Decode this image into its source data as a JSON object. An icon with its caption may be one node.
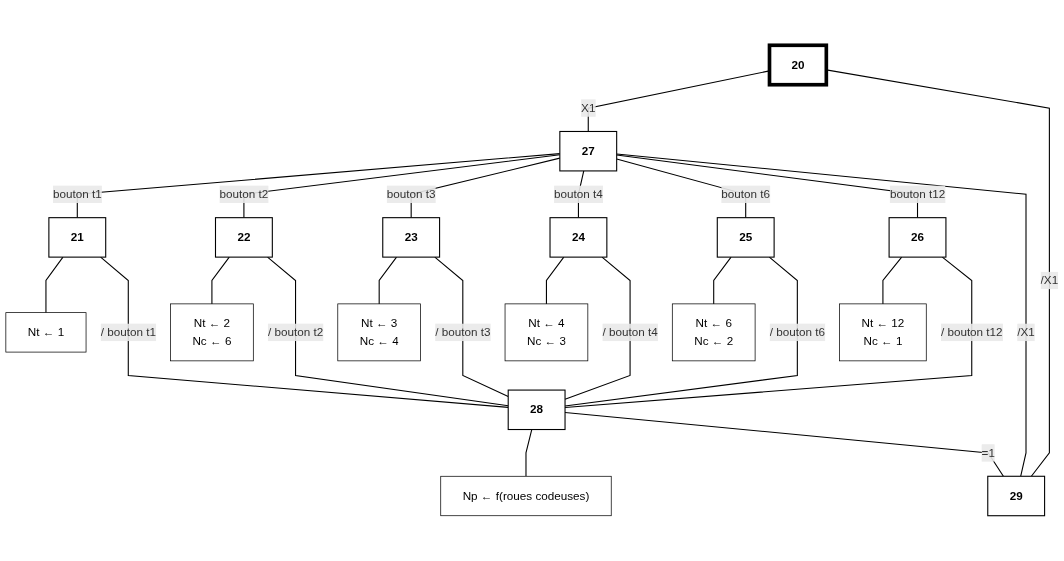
{
  "diagram": {
    "nodes": [
      {
        "text": [
          "20"
        ]
      },
      {
        "text": [
          "27"
        ]
      },
      {
        "text": [
          "21"
        ]
      },
      {
        "text": [
          "Nt ← 1"
        ]
      },
      {
        "text": [
          "22"
        ]
      },
      {
        "text": [
          "Nt ← 2",
          "Nc ← 6"
        ]
      },
      {
        "text": [
          "23"
        ]
      },
      {
        "text": [
          "Nt ← 3",
          "Nc ← 4"
        ]
      },
      {
        "text": [
          "24"
        ]
      },
      {
        "text": [
          "Nt ← 4",
          "Nc ← 3"
        ]
      },
      {
        "text": [
          "25"
        ]
      },
      {
        "text": [
          "Nt ← 6",
          "Nc ← 2"
        ]
      },
      {
        "text": [
          "26"
        ]
      },
      {
        "text": [
          "Nt ← 12",
          "Nc ← 1"
        ]
      },
      {
        "text": [
          "28"
        ]
      },
      {
        "text": [
          "Np ← f(roues codeuses)"
        ]
      },
      {
        "text": [
          "29"
        ]
      }
    ],
    "edges": [
      {
        "from": 0,
        "to": 1,
        "arrow": "none",
        "label": "X1"
      },
      {
        "from": 1,
        "to": 2,
        "arrow": "none",
        "label": "bouton t1"
      },
      {
        "from": 1,
        "to": 4,
        "arrow": "none",
        "label": "bouton t2"
      },
      {
        "from": 1,
        "to": 6,
        "arrow": "none",
        "label": "bouton t3"
      },
      {
        "from": 1,
        "to": 8,
        "arrow": "none",
        "label": "bouton t4"
      },
      {
        "from": 1,
        "to": 10,
        "arrow": "none",
        "label": "bouton t6"
      },
      {
        "from": 1,
        "to": 12,
        "arrow": "none",
        "label": "bouton t12"
      },
      {
        "from": 1,
        "to": 16,
        "arrow": "none",
        "label": "/X1"
      },
      {
        "from": 2,
        "to": 3,
        "arrow": "none"
      },
      {
        "from": 4,
        "to": 5,
        "arrow": "none"
      },
      {
        "from": 6,
        "to": 7,
        "arrow": "none"
      },
      {
        "from": 8,
        "to": 9,
        "arrow": "none"
      },
      {
        "from": 10,
        "to": 11,
        "arrow": "none"
      },
      {
        "from": 12,
        "to": 13,
        "arrow": "none"
      },
      {
        "from": 2,
        "to": 14,
        "arrow": "none",
        "label": "/ bouton t1"
      },
      {
        "from": 4,
        "to": 14,
        "arrow": "none",
        "label": "/ bouton t2"
      },
      {
        "from": 6,
        "to": 14,
        "arrow": "none",
        "label": "/ bouton t3"
      },
      {
        "from": 8,
        "to": 14,
        "arrow": "none",
        "label": "/ bouton t4"
      },
      {
        "from": 10,
        "to": 14,
        "arrow": "none",
        "label": "/ bouton t6"
      },
      {
        "from": 12,
        "to": 14,
        "arrow": "none",
        "label": "/ bouton t12"
      },
      {
        "from": 14,
        "to": 15,
        "arrow": "none"
      },
      {
        "from": 14,
        "to": 16,
        "arrow": "none",
        "label": "=1"
      },
      {
        "from": 16,
        "to": 0,
        "arrow": "none",
        "label": "/X1"
      }
    ]
  }
}
